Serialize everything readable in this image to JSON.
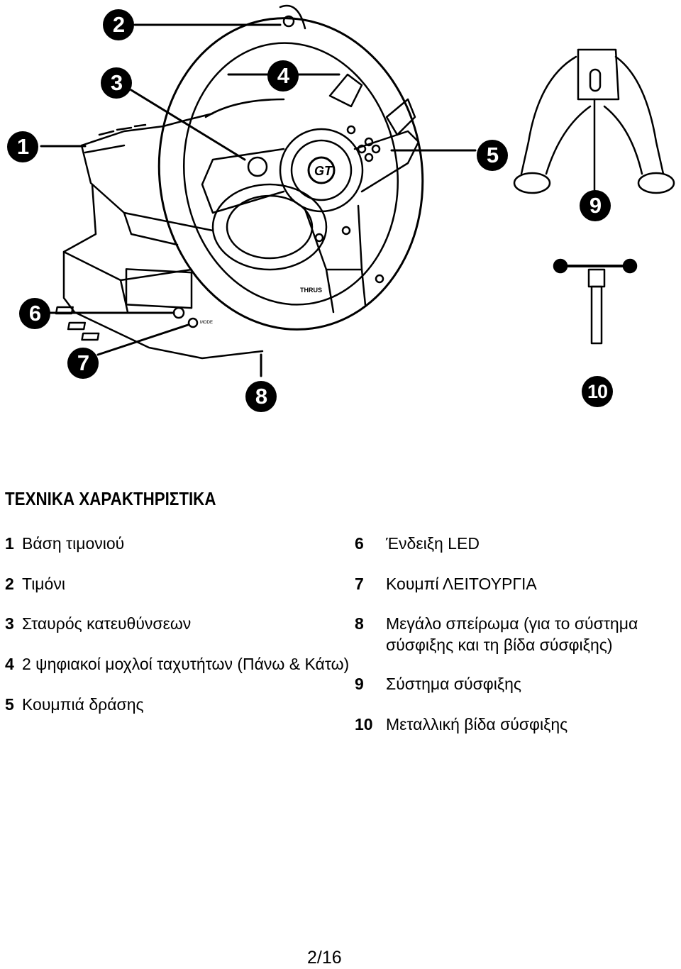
{
  "figure": {
    "callouts": [
      "1",
      "2",
      "3",
      "4",
      "5",
      "6",
      "7",
      "8",
      "9",
      "10"
    ],
    "wheel_logo": "GT",
    "brand_text": "THRUS",
    "mode_label": "MODE"
  },
  "section_title": "ΤΕΧΝΙΚΑ ΧΑΡΑΚΤΗΡΙΣΤΙΚΑ",
  "specs": [
    {
      "num": "1",
      "text": "Βάση τιμονιού"
    },
    {
      "num": "2",
      "text": "Τιμόνι"
    },
    {
      "num": "3",
      "text": "Σταυρός κατευθύνσεων"
    },
    {
      "num": "4",
      "text": "2 ψηφιακοί μοχλοί ταχυτήτων (Πάνω & Κάτω)"
    },
    {
      "num": "5",
      "text": "Κουμπιά δράσης"
    },
    {
      "num": "6",
      "text": "Ένδειξη LED"
    },
    {
      "num": "7",
      "text": "Κουμπί ΛΕΙΤΟΥΡΓΙΑ"
    },
    {
      "num": "8",
      "text": "Μεγάλο σπείρωμα (για το σύστημα",
      "text2": "σύσφιξης και τη βίδα σύσφιξης)"
    },
    {
      "num": "9",
      "text": "Σύστημα σύσφιξης"
    },
    {
      "num": "10",
      "text": "Μεταλλική βίδα σύσφιξης"
    }
  ],
  "page_number": "2/16"
}
